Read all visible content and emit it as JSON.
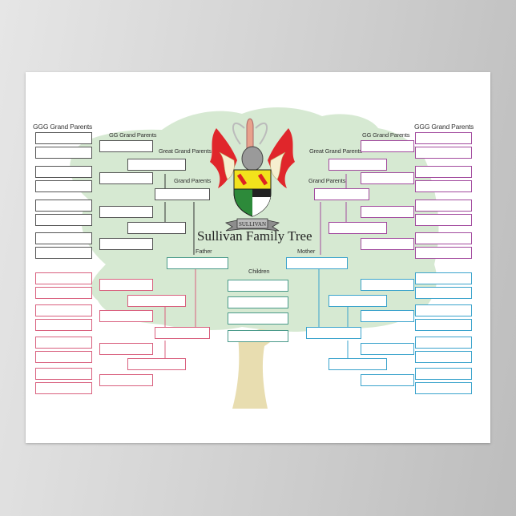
{
  "poster": {
    "title": "Sullivan Family Tree",
    "crest_scroll": "SULLIVAN"
  },
  "labels": {
    "ggg_left": "GGG Grand Parents",
    "gg_left": "GG Grand Parents",
    "great_left": "Great Grand Parents",
    "grand_left": "Grand Parents",
    "father": "Father",
    "children": "Children",
    "mother": "Mother",
    "grand_right": "Grand Parents",
    "great_right": "Great Grand Parents",
    "gg_right": "GG Grand Parents",
    "ggg_right": "GGG Grand Parents"
  },
  "colors": {
    "paternal_paternal": "#555555",
    "paternal_maternal": "#d9607e",
    "maternal_paternal": "#a24a9e",
    "maternal_maternal": "#3aa3cc",
    "parents_children": "#4a9a8a",
    "canopy": "#d6e9d2",
    "trunk": "#e8ddb0"
  }
}
